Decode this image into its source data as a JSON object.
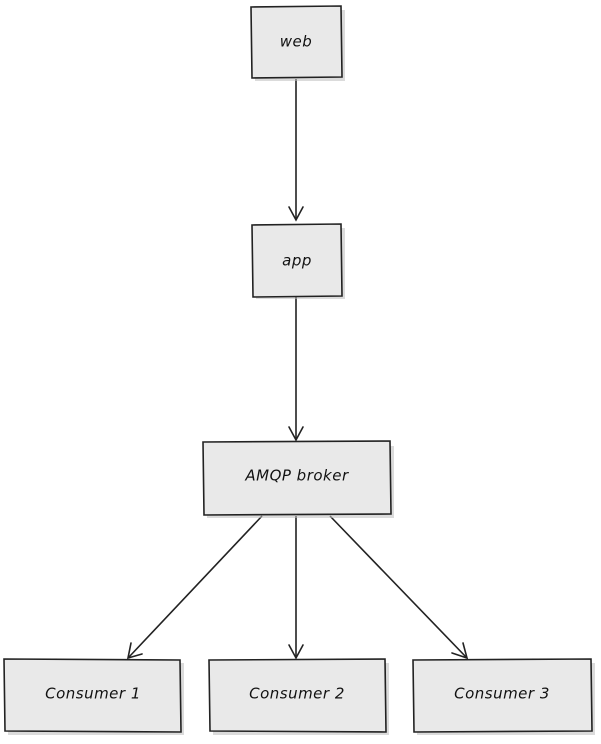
{
  "nodes": {
    "web": {
      "label": "web"
    },
    "app": {
      "label": "app"
    },
    "broker": {
      "label": "AMQP broker"
    },
    "consumer1": {
      "label": "Consumer 1"
    },
    "consumer2": {
      "label": "Consumer 2"
    },
    "consumer3": {
      "label": "Consumer 3"
    }
  },
  "edges": [
    {
      "from": "web",
      "to": "app"
    },
    {
      "from": "app",
      "to": "broker"
    },
    {
      "from": "broker",
      "to": "consumer1"
    },
    {
      "from": "broker",
      "to": "consumer2"
    },
    {
      "from": "broker",
      "to": "consumer3"
    }
  ],
  "colors": {
    "box_fill": "#e9e9e9",
    "stroke": "#222222"
  }
}
